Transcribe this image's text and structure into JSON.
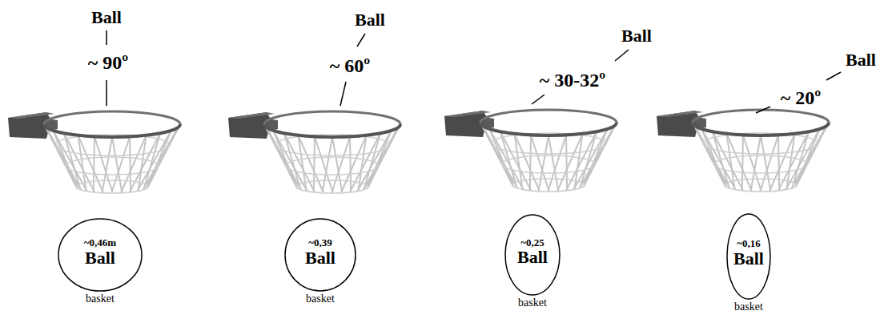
{
  "diagram": {
    "nodes": [
      {
        "text": [
          "~0,46m",
          "Ball",
          "basket"
        ]
      },
      {
        "text": [
          "~0,39",
          "Ball",
          "basket"
        ]
      },
      {
        "text": [
          "~0,25",
          "Ball",
          "basket"
        ]
      },
      {
        "text": [
          "~0,16",
          "Ball",
          "basket"
        ]
      }
    ],
    "edges": [],
    "labels": [
      "Ball",
      "~ 90º",
      "Ball",
      "~ 60º",
      "Ball",
      "~ 30-32º",
      "Ball",
      "~ 20º"
    ]
  }
}
